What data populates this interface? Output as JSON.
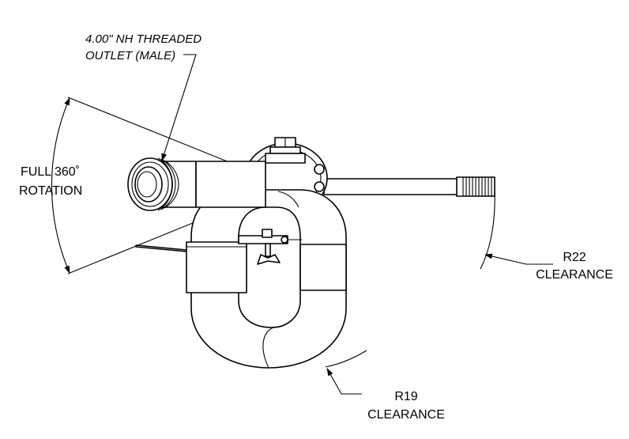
{
  "annotations": {
    "outlet": {
      "line1": "4.00\" NH THREADED",
      "line2": "OUTLET (MALE)"
    },
    "rotation": {
      "line1": "FULL 360˚",
      "line2": "ROTATION"
    },
    "r22": {
      "line1": "R22",
      "line2": "CLEARANCE"
    },
    "r19": {
      "line1": "R19",
      "line2": "CLEARANCE"
    }
  },
  "colors": {
    "line": "#000000",
    "background": "#ffffff"
  }
}
